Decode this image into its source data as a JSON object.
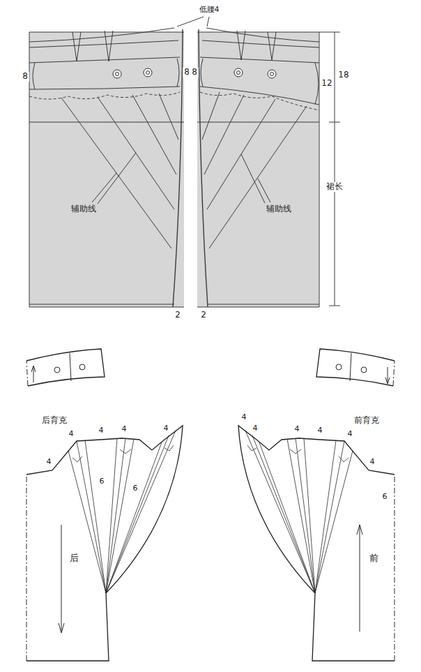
{
  "diagram": {
    "nodes": [
      {
        "text": [
          "后育克"
        ]
      },
      {
        "text": [
          "前育克"
        ]
      },
      {
        "text": [
          "后"
        ]
      },
      {
        "text": [
          "前"
        ]
      }
    ],
    "labels": [
      "低腰4",
      "8",
      "8",
      "8",
      "12",
      "18",
      "裙长",
      "辅助线",
      "辅助线",
      "2",
      "2",
      "4",
      "4",
      "4",
      "4",
      "4",
      "6",
      "6",
      "4",
      "4",
      "4",
      "4",
      "4",
      "4",
      "6"
    ]
  }
}
